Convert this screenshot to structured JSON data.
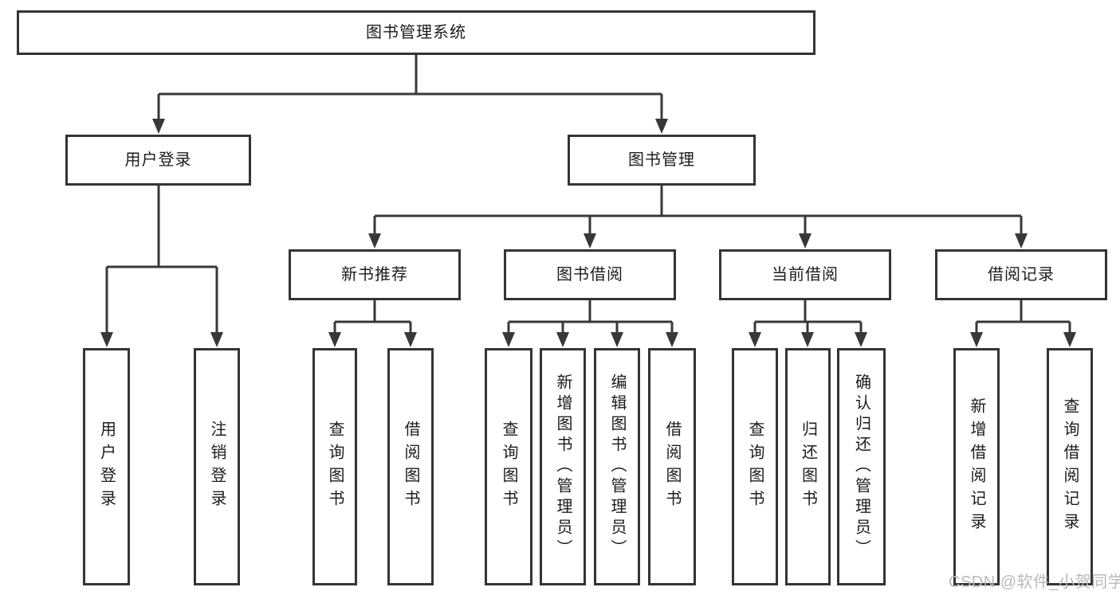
{
  "diagram": {
    "type": "hierarchy",
    "title": "图书管理系统",
    "watermark": "CSDN @软件_小贺同学",
    "colors": {
      "line": "#383838",
      "border": "#343434",
      "text": "#1c1c1c",
      "watermark": "#b9b9b9",
      "background": "#ffffff"
    },
    "tree": {
      "label": "图书管理系统",
      "children": [
        {
          "label": "用户登录",
          "children": [
            {
              "label": "用户登录"
            },
            {
              "label": "注销登录"
            }
          ]
        },
        {
          "label": "图书管理",
          "children": [
            {
              "label": "新书推荐",
              "children": [
                {
                  "label": "查询图书"
                },
                {
                  "label": "借阅图书"
                }
              ]
            },
            {
              "label": "图书借阅",
              "children": [
                {
                  "label": "查询图书"
                },
                {
                  "label": "新增图书（管理员）"
                },
                {
                  "label": "编辑图书（管理员）"
                },
                {
                  "label": "借阅图书"
                }
              ]
            },
            {
              "label": "当前借阅",
              "children": [
                {
                  "label": "查询图书"
                },
                {
                  "label": "归还图书"
                },
                {
                  "label": "确认归还（管理员）"
                }
              ]
            },
            {
              "label": "借阅记录",
              "children": [
                {
                  "label": "新增借阅记录"
                },
                {
                  "label": "查询借阅记录"
                }
              ]
            }
          ]
        }
      ]
    }
  }
}
